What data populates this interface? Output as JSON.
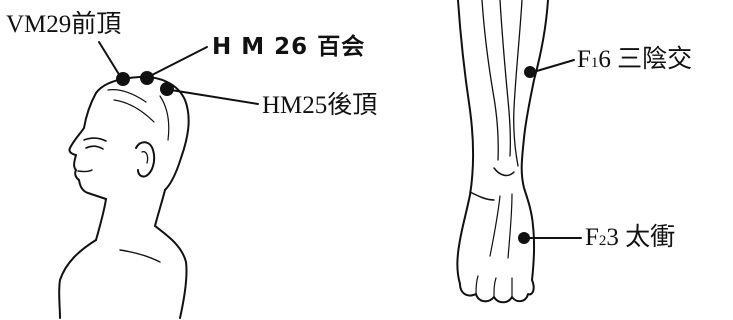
{
  "points": {
    "vm29": {
      "code": "VM29",
      "name": "前頂"
    },
    "hm26": {
      "code": "H M 26",
      "name": "百会"
    },
    "hm25": {
      "code": "HM25",
      "name": "後頂"
    },
    "f16": {
      "prefix": "F",
      "sub": "1",
      "num": "6",
      "name": "三陰交"
    },
    "f23": {
      "prefix": "F",
      "sub": "2",
      "num": "3",
      "name": "太衝"
    }
  },
  "colors": {
    "ink": "#111111",
    "background": "#ffffff"
  },
  "figures": [
    "head-profile",
    "lower-leg-and-foot"
  ]
}
